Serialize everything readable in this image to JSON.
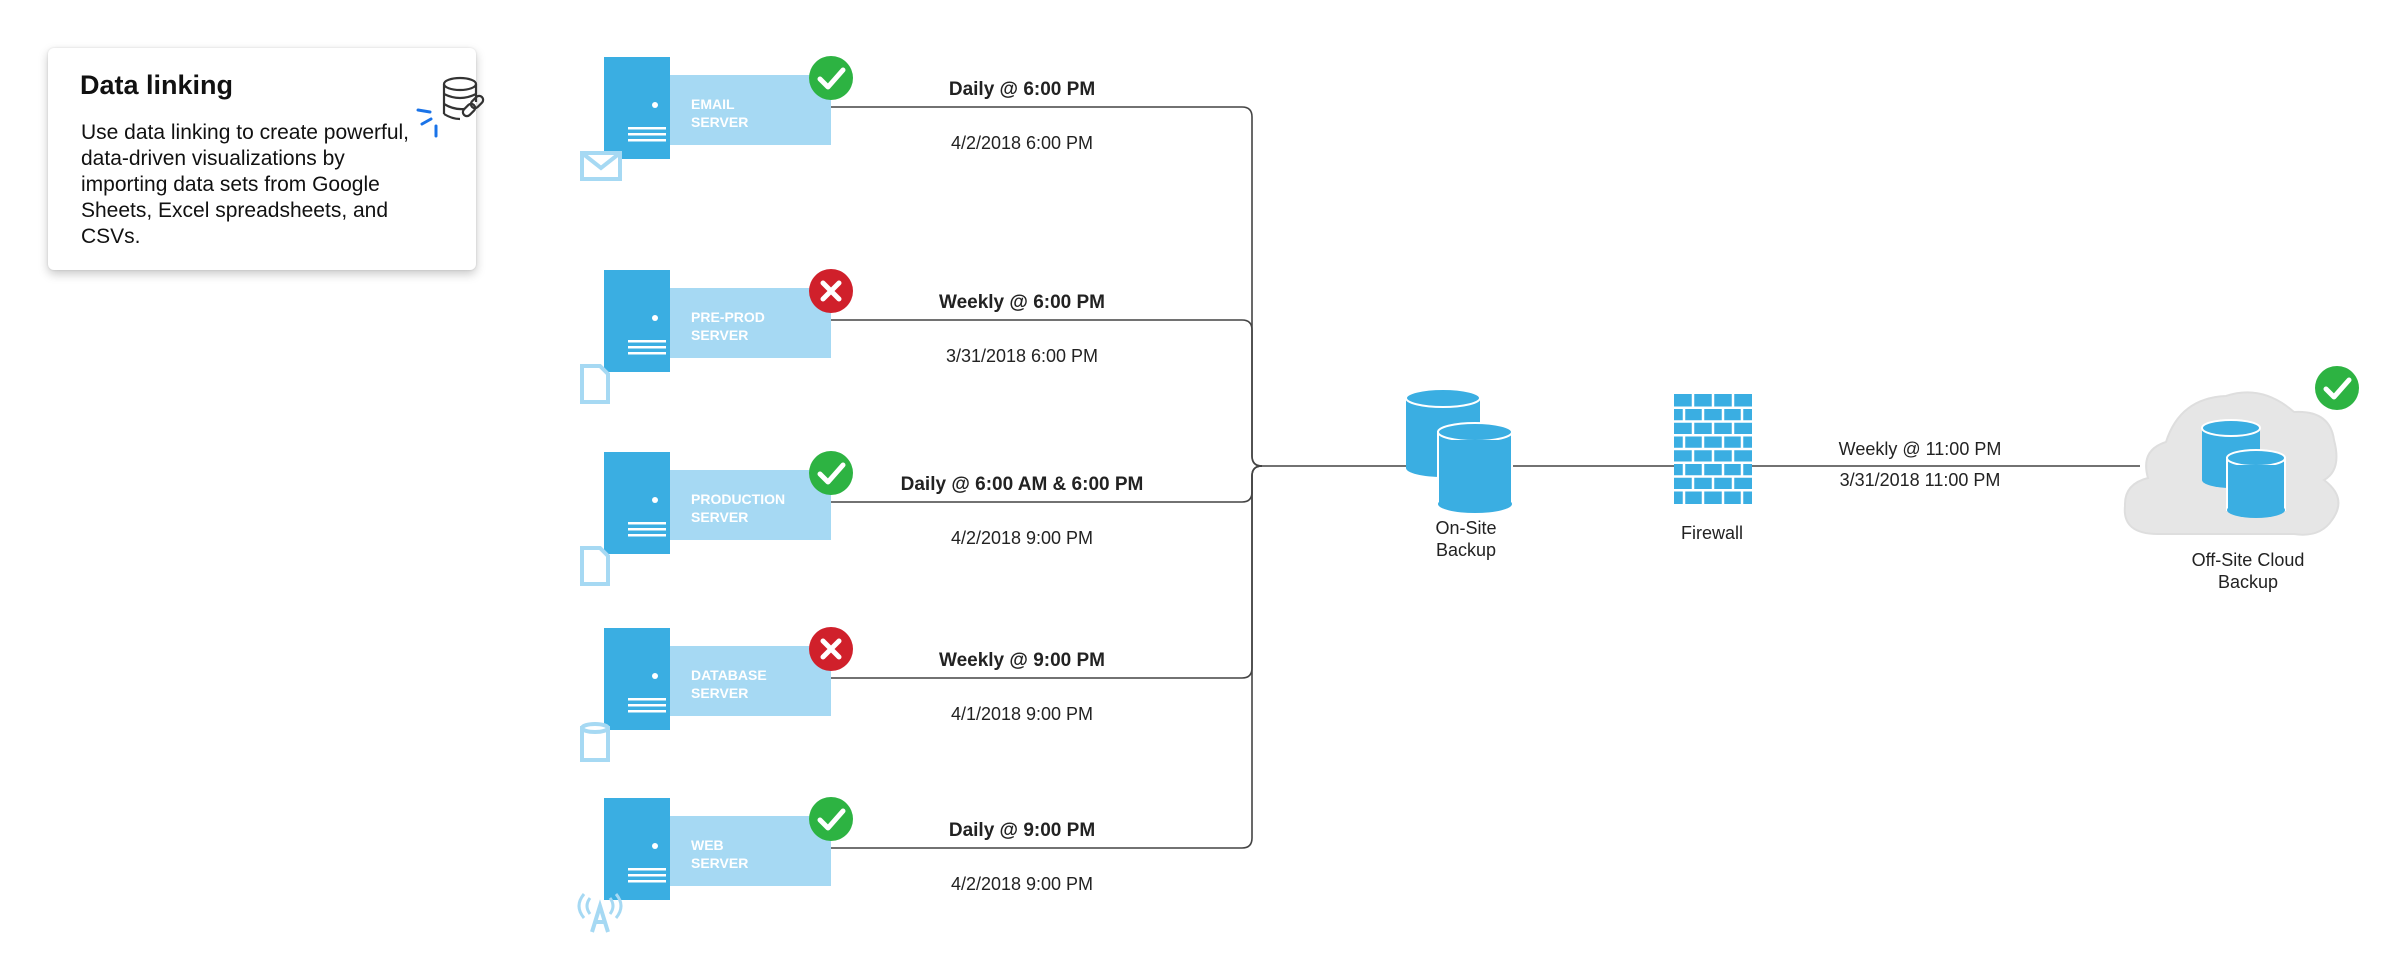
{
  "info_card": {
    "title": "Data linking",
    "body": "Use data linking to create powerful, data-driven visualizations by importing data sets from Google Sheets, Excel spreadsheets, and CSVs.",
    "icon": "database-link-icon"
  },
  "servers": [
    {
      "id": "email",
      "label_line1": "EMAIL",
      "label_line2": "SERVER",
      "status": "success",
      "schedule": "Daily @ 6:00 PM",
      "last_run": "4/2/2018 6:00 PM",
      "badge_icon": "envelope-icon"
    },
    {
      "id": "pre-prod",
      "label_line1": "PRE-PROD",
      "label_line2": "SERVER",
      "status": "failure",
      "schedule": "Weekly @ 6:00 PM",
      "last_run": "3/31/2018  6:00 PM",
      "badge_icon": "document-icon"
    },
    {
      "id": "production",
      "label_line1": "PRODUCTION",
      "label_line2": "SERVER",
      "status": "success",
      "schedule": "Daily @ 6:00 AM & 6:00 PM",
      "last_run": "4/2/2018  9:00 PM",
      "badge_icon": "document-icon"
    },
    {
      "id": "database",
      "label_line1": "DATABASE",
      "label_line2": "SERVER",
      "status": "failure",
      "schedule": "Weekly @ 9:00 PM",
      "last_run": "4/1/2018  9:00 PM",
      "badge_icon": "cylinder-icon"
    },
    {
      "id": "web",
      "label_line1": "WEB",
      "label_line2": "SERVER",
      "status": "success",
      "schedule": "Daily @ 9:00 PM",
      "last_run": "4/2/2018  9:00 PM",
      "badge_icon": "antenna-icon"
    }
  ],
  "onsite": {
    "label_line1": "On-Site",
    "label_line2": "Backup"
  },
  "firewall": {
    "label": "Firewall"
  },
  "cloud_link": {
    "schedule": "Weekly @ 11:00 PM",
    "last_run": "3/31/2018  11:00 PM"
  },
  "offsite": {
    "label_line1": "Off-Site Cloud",
    "label_line2": "Backup",
    "status": "success"
  },
  "colors": {
    "server_dark": "#3aaee2",
    "server_light": "#a6d9f3",
    "success": "#2db342",
    "failure": "#d0202b",
    "line": "#444444",
    "cloud": "#e6e6e6"
  }
}
